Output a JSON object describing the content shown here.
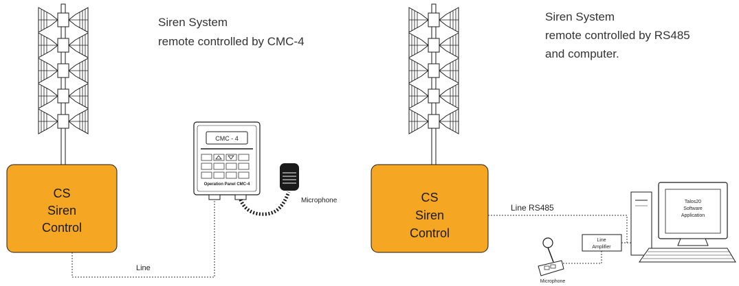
{
  "left": {
    "title_line1": "Siren System",
    "title_line2": "remote controlled by CMC-4",
    "control_box": [
      "CS",
      "Siren",
      "Control"
    ],
    "panel_display": "CMC - 4",
    "panel_label": "Operation Panel CMC-4",
    "microphone_label": "Microphone",
    "line_label": "Line"
  },
  "right": {
    "title_line1": "Siren System",
    "title_line2": "remote controlled  by RS485",
    "title_line3": "and computer.",
    "control_box": [
      "CS",
      "Siren",
      "Control"
    ],
    "line_label": "Line RS485",
    "amplifier_label_1": "Line",
    "amplifier_label_2": "Amplifier",
    "microphone_label": "Microphone",
    "screen_line1": "Talos20",
    "screen_line2": "Software",
    "screen_line3": "Application"
  },
  "colors": {
    "control_box": "#f5a623",
    "outline": "#1a1a1a"
  }
}
